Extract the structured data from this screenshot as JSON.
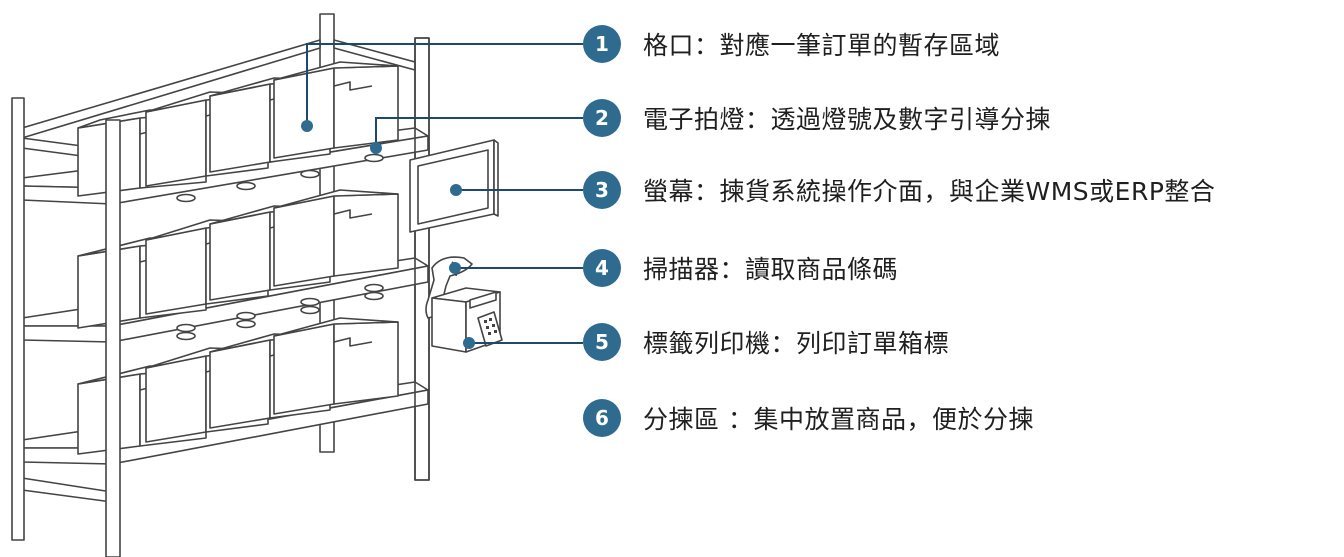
{
  "colors": {
    "accent": "#2f6b8f",
    "line": "#1a4a6e",
    "outline": "#444444",
    "text": "#1f1f1f"
  },
  "legend": [
    {
      "number": "1",
      "text": "格口：對應一筆訂單的暫存區域"
    },
    {
      "number": "2",
      "text": "電子拍燈：透過燈號及數字引導分揀"
    },
    {
      "number": "3",
      "text": "螢幕：揀貨系統操作介面，與企業WMS或ERP整合"
    },
    {
      "number": "4",
      "text": "掃描器：讀取商品條碼"
    },
    {
      "number": "5",
      "text": "標籤列印機：列印訂單箱標"
    },
    {
      "number": "6",
      "text": "分揀區 ：集中放置商品，便於分揀"
    }
  ],
  "printer_label_icon": "qr-code-icon"
}
